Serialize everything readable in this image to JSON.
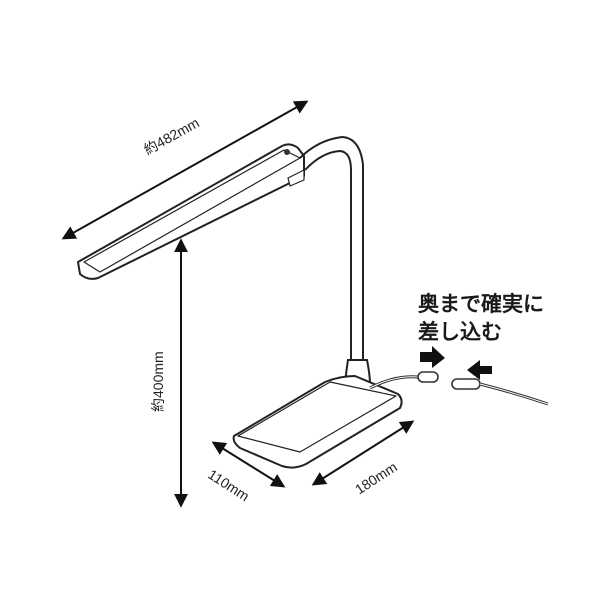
{
  "diagram": {
    "subject": "LED desk lamp dimension drawing",
    "dimensions": {
      "arm_length": "約482mm",
      "height": "約400mm",
      "base_width": "110mm",
      "base_depth": "180mm"
    },
    "note": {
      "line1": "奥まで確実に",
      "line2": "差し込む"
    },
    "colors": {
      "line": "#1a1a1a",
      "background": "#ffffff"
    }
  }
}
